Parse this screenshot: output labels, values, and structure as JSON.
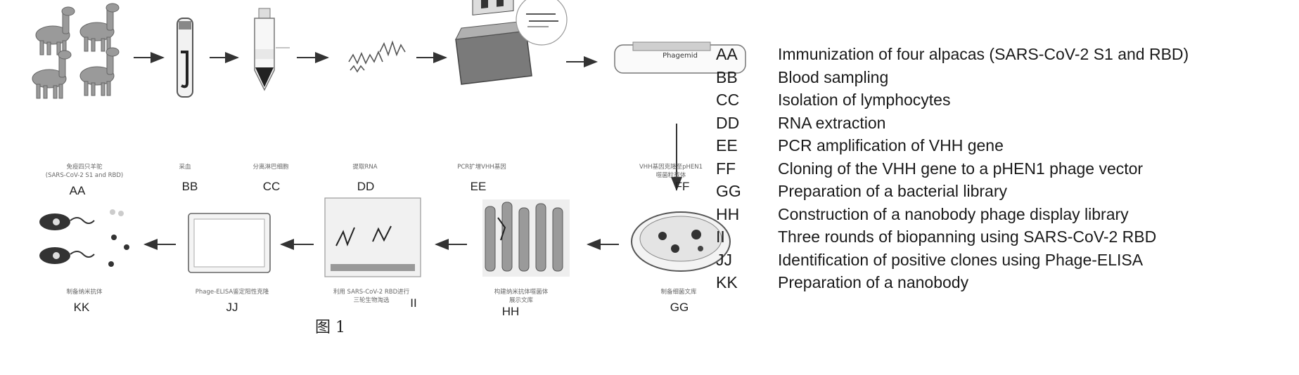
{
  "figure": {
    "label": "图 1"
  },
  "steps": [
    {
      "code": "AA",
      "caption_cn": "免疫四只羊驼",
      "caption_en": "(SARS-CoV-2 S1 and RBD)"
    },
    {
      "code": "BB",
      "caption_cn": "采血"
    },
    {
      "code": "CC",
      "caption_cn": "分离淋巴细胞"
    },
    {
      "code": "DD",
      "caption_cn": "提取RNA"
    },
    {
      "code": "EE",
      "caption_cn": "PCR扩增VHH基因"
    },
    {
      "code": "FF",
      "caption_cn": "VHH基因克隆至pHEN1",
      "caption_cn2": "噬菌粒载体",
      "plasmid_text": "Phagemid"
    },
    {
      "code": "GG",
      "caption_cn": "制备细菌文库"
    },
    {
      "code": "HH",
      "caption_cn": "构建纳米抗体噬菌体",
      "caption_cn2": "展示文库"
    },
    {
      "code": "II",
      "caption_cn": "利用 SARS-CoV-2 RBD进行",
      "caption_cn2": "三轮生物淘选"
    },
    {
      "code": "JJ",
      "caption_cn": "Phage-ELISA鉴定阳性克隆"
    },
    {
      "code": "KK",
      "caption_cn": "制备纳米抗体"
    }
  ],
  "legend": [
    {
      "code": "AA",
      "text": "Immunization of four alpacas (SARS-CoV-2 S1 and RBD)"
    },
    {
      "code": "BB",
      "text": "Blood sampling"
    },
    {
      "code": "CC",
      "text": "Isolation of lymphocytes"
    },
    {
      "code": "DD",
      "text": "RNA extraction"
    },
    {
      "code": "EE",
      "text": "PCR amplification of VHH gene"
    },
    {
      "code": "FF",
      "text": "Cloning of the VHH gene to a pHEN1 phage vector"
    },
    {
      "code": "GG",
      "text": "Preparation of a bacterial library"
    },
    {
      "code": "HH",
      "text": "Construction of a nanobody phage display library"
    },
    {
      "code": "II",
      "text": "Three rounds of biopanning using SARS-CoV-2 RBD"
    },
    {
      "code": "JJ",
      "text": "Identification of positive clones using Phage-ELISA"
    },
    {
      "code": "KK",
      "text": "Preparation of a nanobody"
    }
  ]
}
